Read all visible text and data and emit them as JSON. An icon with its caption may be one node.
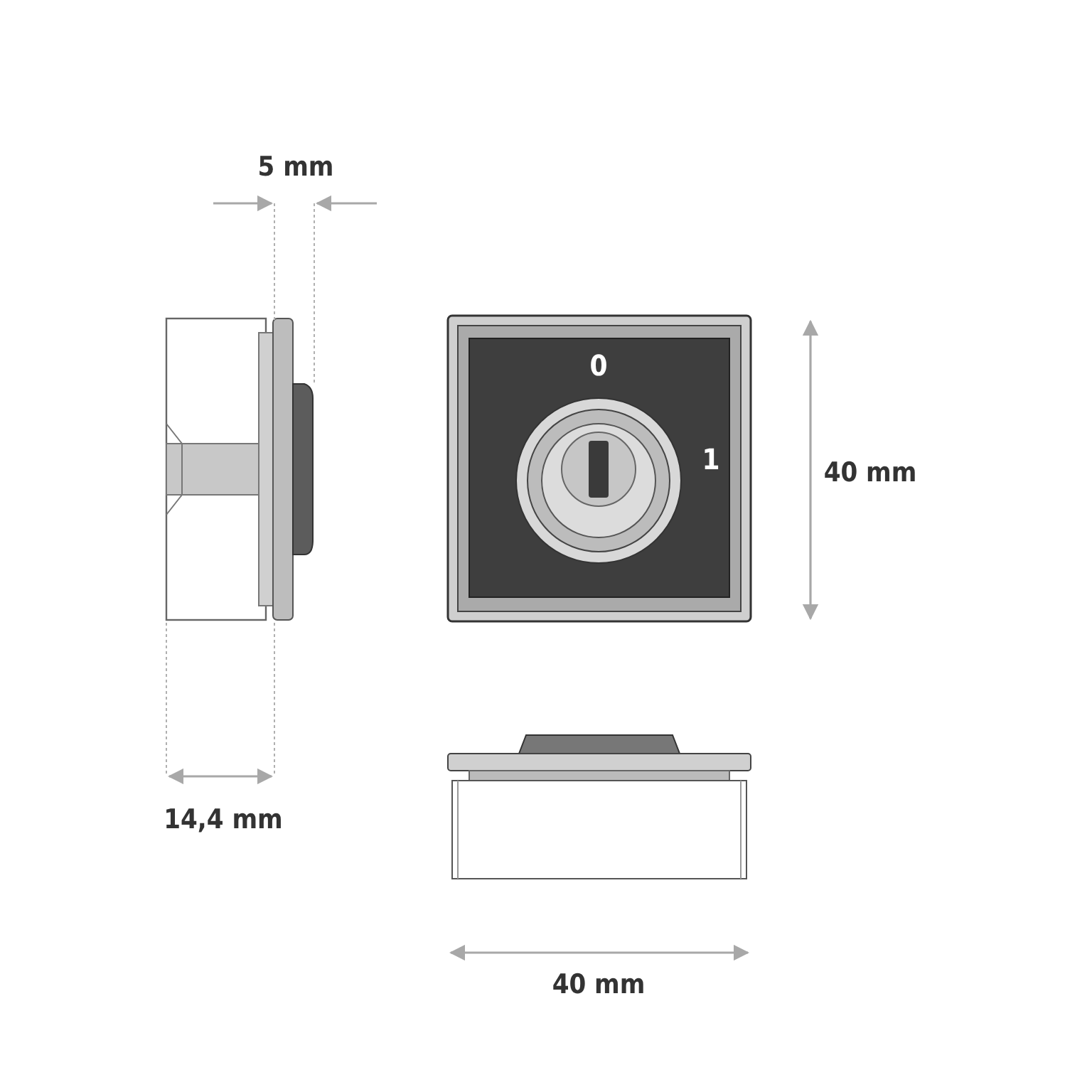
{
  "diagram": {
    "labels": [
      "5 mm",
      "0",
      "1",
      "40 mm",
      "14,4 mm",
      "40 mm"
    ]
  }
}
